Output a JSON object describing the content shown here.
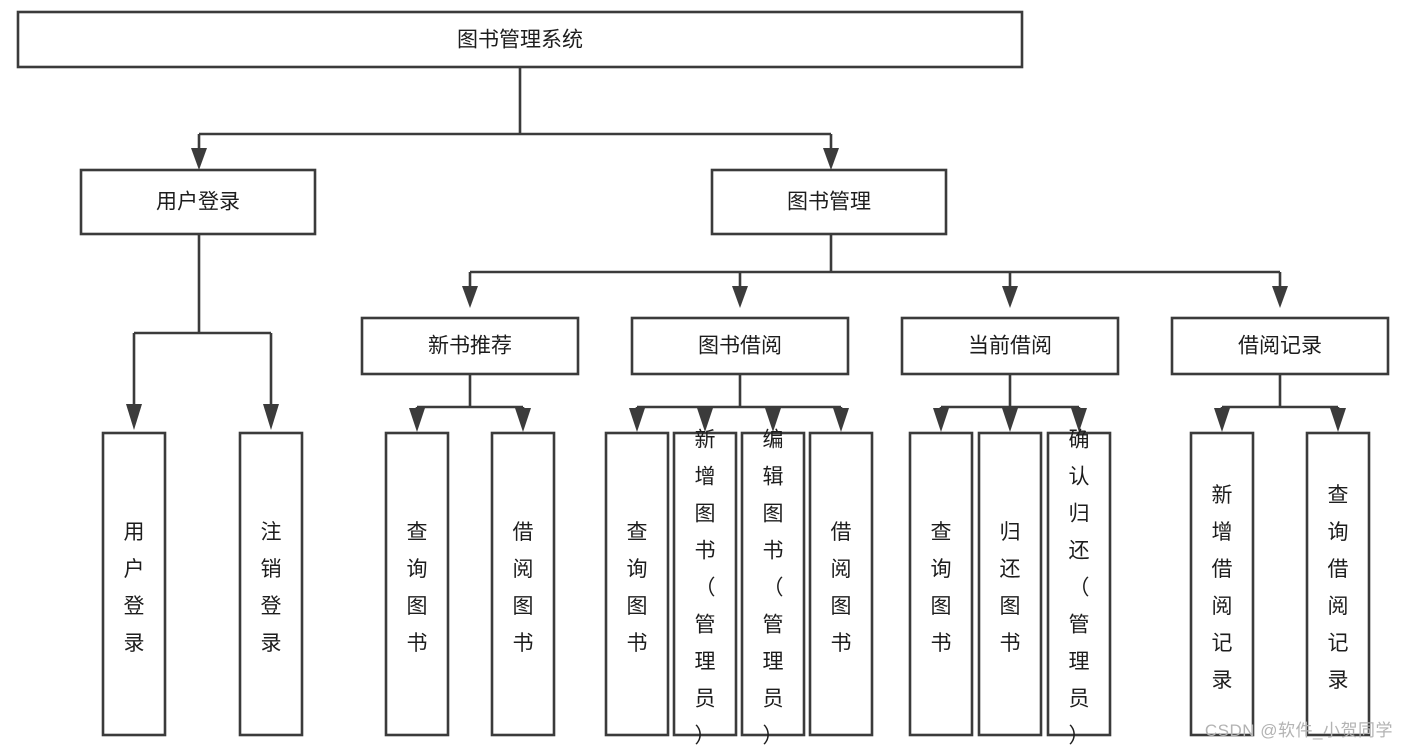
{
  "diagram": {
    "type": "tree-hierarchy-chart",
    "title": "图书管理系统",
    "watermark": "CSDN @软件_小贺同学",
    "colors": {
      "stroke": "#3b3b3b",
      "fill": "#ffffff",
      "text": "#1d1d1d",
      "watermark": "#b3b3b3"
    },
    "levels": [
      {
        "level": 1,
        "nodes": [
          {
            "id": "root",
            "label": "图书管理系统",
            "orientation": "horizontal"
          }
        ]
      },
      {
        "level": 2,
        "nodes": [
          {
            "id": "user-login",
            "label": "用户登录",
            "orientation": "horizontal",
            "parent": "root"
          },
          {
            "id": "book-manage",
            "label": "图书管理",
            "orientation": "horizontal",
            "parent": "root"
          }
        ]
      },
      {
        "level": 3,
        "nodes": [
          {
            "id": "new-book-rec",
            "label": "新书推荐",
            "orientation": "horizontal",
            "parent": "book-manage"
          },
          {
            "id": "book-borrow",
            "label": "图书借阅",
            "orientation": "horizontal",
            "parent": "book-manage"
          },
          {
            "id": "current-borrow",
            "label": "当前借阅",
            "orientation": "horizontal",
            "parent": "book-manage"
          },
          {
            "id": "borrow-record",
            "label": "借阅记录",
            "orientation": "horizontal",
            "parent": "book-manage"
          }
        ]
      },
      {
        "level": 4,
        "nodes": [
          {
            "id": "leaf-user-login",
            "label": "用户登录",
            "orientation": "vertical",
            "parent": "user-login"
          },
          {
            "id": "leaf-user-logout",
            "label": "注销登录",
            "orientation": "vertical",
            "parent": "user-login"
          },
          {
            "id": "leaf-rec-query",
            "label": "查询图书",
            "orientation": "vertical",
            "parent": "new-book-rec"
          },
          {
            "id": "leaf-rec-borrow",
            "label": "借阅图书",
            "orientation": "vertical",
            "parent": "new-book-rec"
          },
          {
            "id": "leaf-borrow-query",
            "label": "查询图书",
            "orientation": "vertical",
            "parent": "book-borrow"
          },
          {
            "id": "leaf-borrow-add",
            "label": "新增图书（管理员）",
            "orientation": "vertical",
            "parent": "book-borrow"
          },
          {
            "id": "leaf-borrow-edit",
            "label": "编辑图书（管理员）",
            "orientation": "vertical",
            "parent": "book-borrow"
          },
          {
            "id": "leaf-borrow-borrow",
            "label": "借阅图书",
            "orientation": "vertical",
            "parent": "book-borrow"
          },
          {
            "id": "leaf-cur-query",
            "label": "查询图书",
            "orientation": "vertical",
            "parent": "current-borrow"
          },
          {
            "id": "leaf-cur-return",
            "label": "归还图书",
            "orientation": "vertical",
            "parent": "current-borrow"
          },
          {
            "id": "leaf-cur-confirm",
            "label": "确认归还（管理员）",
            "orientation": "vertical",
            "parent": "current-borrow"
          },
          {
            "id": "leaf-rec-add",
            "label": "新增借阅记录",
            "orientation": "vertical",
            "parent": "borrow-record"
          },
          {
            "id": "leaf-rec-search",
            "label": "查询借阅记录",
            "orientation": "vertical",
            "parent": "borrow-record"
          }
        ]
      }
    ]
  }
}
